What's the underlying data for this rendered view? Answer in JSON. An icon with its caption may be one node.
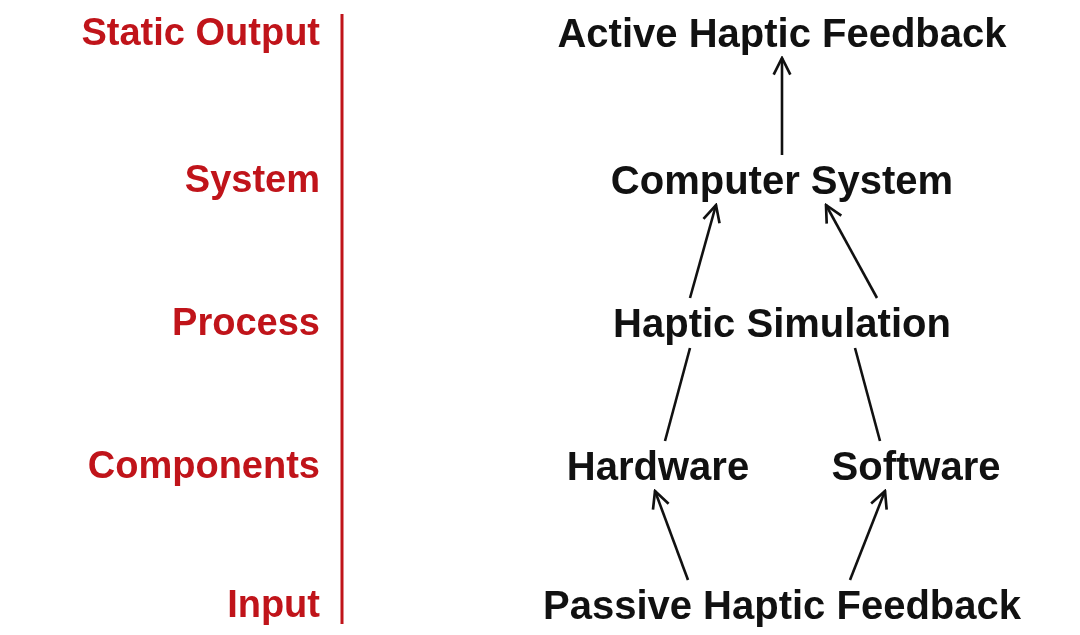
{
  "diagram": {
    "nodes": [
      {
        "text": [
          "Active Haptic Feedback"
        ]
      },
      {
        "text": [
          "Computer System"
        ]
      },
      {
        "text": [
          "Haptic Simulation"
        ]
      },
      {
        "text": [
          "Hardware"
        ]
      },
      {
        "text": [
          "Software"
        ]
      },
      {
        "text": [
          "Passive Haptic Feedback"
        ]
      }
    ],
    "edges": [
      {
        "from": 1,
        "to": 0,
        "arrow": "to"
      },
      {
        "from": 2,
        "to": 1,
        "arrow": "to"
      },
      {
        "from": 2,
        "to": 1,
        "arrow": "to"
      },
      {
        "from": 3,
        "to": 2,
        "arrow": "none"
      },
      {
        "from": 4,
        "to": 2,
        "arrow": "none"
      },
      {
        "from": 5,
        "to": 3,
        "arrow": "to"
      },
      {
        "from": 5,
        "to": 4,
        "arrow": "to"
      }
    ],
    "labels": [
      "Static Output",
      "System",
      "Process",
      "Components",
      "Input"
    ]
  }
}
